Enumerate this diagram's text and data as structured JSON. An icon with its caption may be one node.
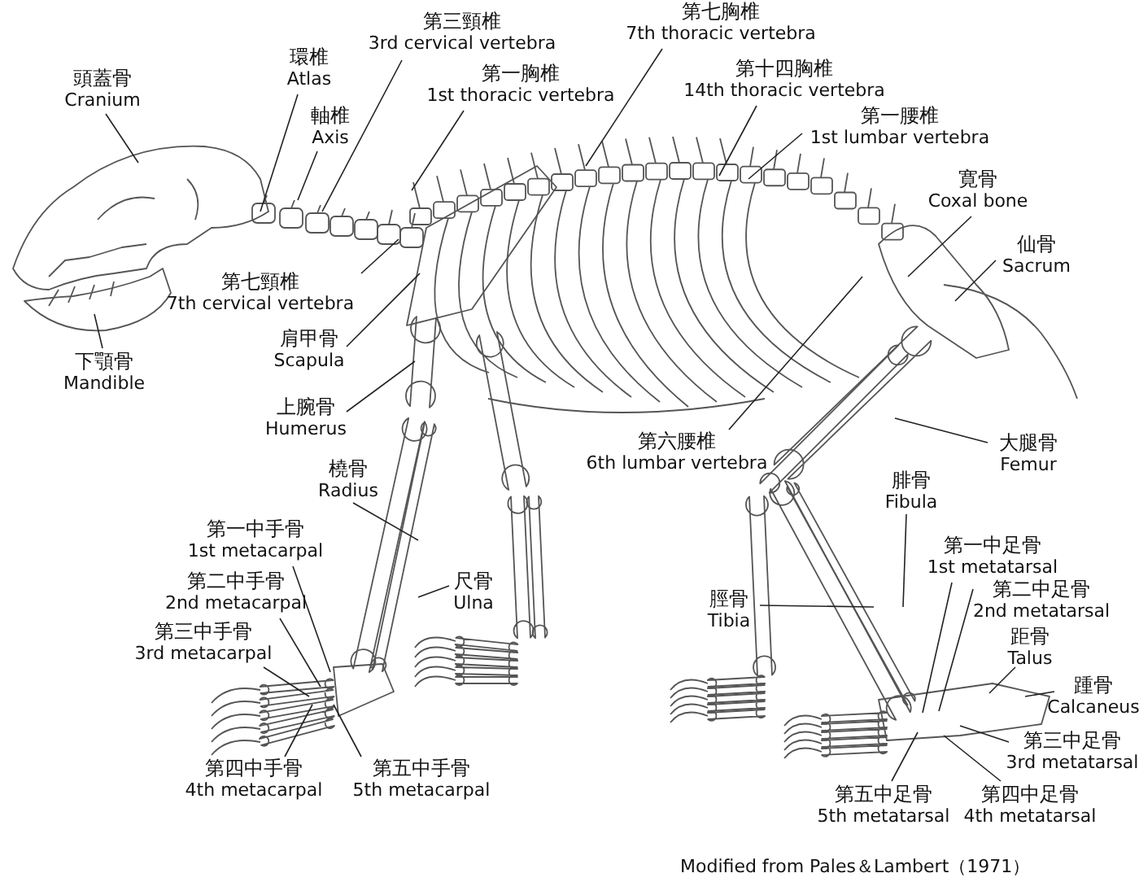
{
  "diagram": {
    "caption": "Modified from Pales＆Lambert（1971）",
    "nodes": [
      {
        "text": [
          "頭蓋骨",
          "Cranium"
        ]
      },
      {
        "text": [
          "環椎",
          "Atlas"
        ]
      },
      {
        "text": [
          "第三頸椎",
          "3rd cervical vertebra"
        ]
      },
      {
        "text": [
          "第七胸椎",
          "7th thoracic vertebra"
        ]
      },
      {
        "text": [
          "軸椎",
          "Axis"
        ]
      },
      {
        "text": [
          "第一胸椎",
          "1st thoracic vertebra"
        ]
      },
      {
        "text": [
          "第十四胸椎",
          "14th thoracic vertebra"
        ]
      },
      {
        "text": [
          "第一腰椎",
          "1st lumbar vertebra"
        ]
      },
      {
        "text": [
          "寛骨",
          "Coxal bone"
        ]
      },
      {
        "text": [
          "仙骨",
          "Sacrum"
        ]
      },
      {
        "text": [
          "第七頸椎",
          "7th cervical vertebra"
        ]
      },
      {
        "text": [
          "下顎骨",
          "Mandible"
        ]
      },
      {
        "text": [
          "肩甲骨",
          "Scapula"
        ]
      },
      {
        "text": [
          "上腕骨",
          "Humerus"
        ]
      },
      {
        "text": [
          "第六腰椎",
          "6th lumbar vertebra"
        ]
      },
      {
        "text": [
          "大腿骨",
          "Femur"
        ]
      },
      {
        "text": [
          "橈骨",
          "Radius"
        ]
      },
      {
        "text": [
          "腓骨",
          "Fibula"
        ]
      },
      {
        "text": [
          "第一中手骨",
          "1st metacarpal"
        ]
      },
      {
        "text": [
          "第一中足骨",
          "1st metatarsal"
        ]
      },
      {
        "text": [
          "第二中手骨",
          "2nd metacarpal"
        ]
      },
      {
        "text": [
          "尺骨",
          "Ulna"
        ]
      },
      {
        "text": [
          "第二中足骨",
          "2nd metatarsal"
        ]
      },
      {
        "text": [
          "第三中手骨",
          "3rd metacarpal"
        ]
      },
      {
        "text": [
          "脛骨",
          "Tibia"
        ]
      },
      {
        "text": [
          "距骨",
          "Talus"
        ]
      },
      {
        "text": [
          "踵骨",
          "Calcaneus"
        ]
      },
      {
        "text": [
          "第三中足骨",
          "3rd metatarsal"
        ]
      },
      {
        "text": [
          "第四中手骨",
          "4th metacarpal"
        ]
      },
      {
        "text": [
          "第五中手骨",
          "5th metacarpal"
        ]
      },
      {
        "text": [
          "第五中足骨",
          "5th metatarsal"
        ]
      },
      {
        "text": [
          "第四中足骨",
          "4th metatarsal"
        ]
      }
    ],
    "edges": [
      {
        "from": 0,
        "to": null,
        "arrow": "none"
      },
      {
        "from": 1,
        "to": null,
        "arrow": "none"
      },
      {
        "from": 2,
        "to": null,
        "arrow": "none"
      },
      {
        "from": 3,
        "to": null,
        "arrow": "none"
      },
      {
        "from": 4,
        "to": null,
        "arrow": "none"
      },
      {
        "from": 5,
        "to": null,
        "arrow": "none"
      },
      {
        "from": 6,
        "to": null,
        "arrow": "none"
      },
      {
        "from": 7,
        "to": null,
        "arrow": "none"
      },
      {
        "from": 8,
        "to": null,
        "arrow": "none"
      },
      {
        "from": 9,
        "to": null,
        "arrow": "none"
      },
      {
        "from": 10,
        "to": null,
        "arrow": "none"
      },
      {
        "from": 11,
        "to": null,
        "arrow": "none"
      },
      {
        "from": 12,
        "to": null,
        "arrow": "none"
      },
      {
        "from": 13,
        "to": null,
        "arrow": "none"
      },
      {
        "from": 14,
        "to": null,
        "arrow": "none"
      },
      {
        "from": 15,
        "to": null,
        "arrow": "none"
      },
      {
        "from": 16,
        "to": null,
        "arrow": "none"
      },
      {
        "from": 17,
        "to": null,
        "arrow": "none"
      },
      {
        "from": 18,
        "to": null,
        "arrow": "none"
      },
      {
        "from": 19,
        "to": null,
        "arrow": "none"
      },
      {
        "from": 20,
        "to": null,
        "arrow": "none"
      },
      {
        "from": 21,
        "to": null,
        "arrow": "none"
      },
      {
        "from": 22,
        "to": null,
        "arrow": "none"
      },
      {
        "from": 23,
        "to": null,
        "arrow": "none"
      },
      {
        "from": 24,
        "to": null,
        "arrow": "none"
      },
      {
        "from": 25,
        "to": null,
        "arrow": "none"
      },
      {
        "from": 26,
        "to": null,
        "arrow": "none"
      },
      {
        "from": 27,
        "to": null,
        "arrow": "none"
      },
      {
        "from": 28,
        "to": null,
        "arrow": "none"
      },
      {
        "from": 29,
        "to": null,
        "arrow": "none"
      },
      {
        "from": 30,
        "to": null,
        "arrow": "none"
      },
      {
        "from": 31,
        "to": null,
        "arrow": "none"
      }
    ]
  }
}
